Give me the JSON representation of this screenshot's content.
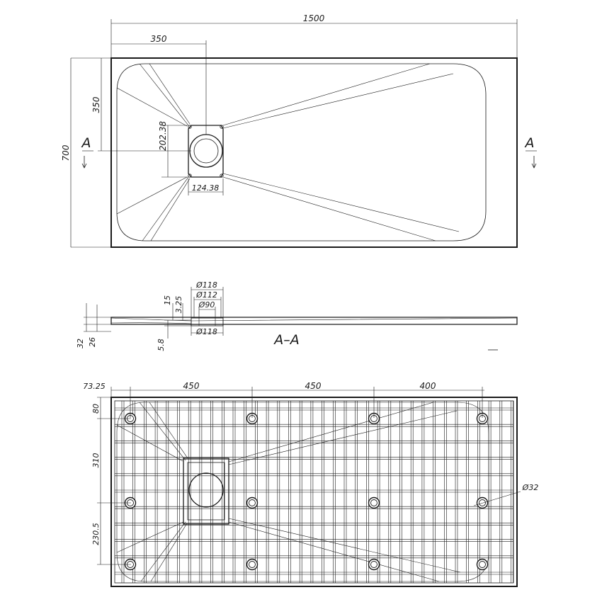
{
  "top_view": {
    "overall_width": "1500",
    "drain_offset_x": "350",
    "drain_offset_y": "350",
    "overall_depth": "700",
    "drain_box_height": "202.38",
    "drain_box_width": "124.38",
    "section_mark_left": "A",
    "section_mark_right": "A"
  },
  "section_view": {
    "title": "A–A",
    "dia_top_outer": "Ø118",
    "dia_top_mid": "Ø112",
    "dia_inner": "Ø90",
    "dia_bottom": "Ø118",
    "depth_15": "15",
    "depth_3_25": "3.25",
    "depth_5_8": "5.8",
    "height_total": "32",
    "height_edge": "26"
  },
  "bottom_view": {
    "edge_offset": "73.25",
    "span_1": "450",
    "span_2": "450",
    "span_3": "400",
    "top_offset": "80",
    "span_v1": "310",
    "span_v2": "230.5",
    "foot_dia": "Ø32"
  }
}
